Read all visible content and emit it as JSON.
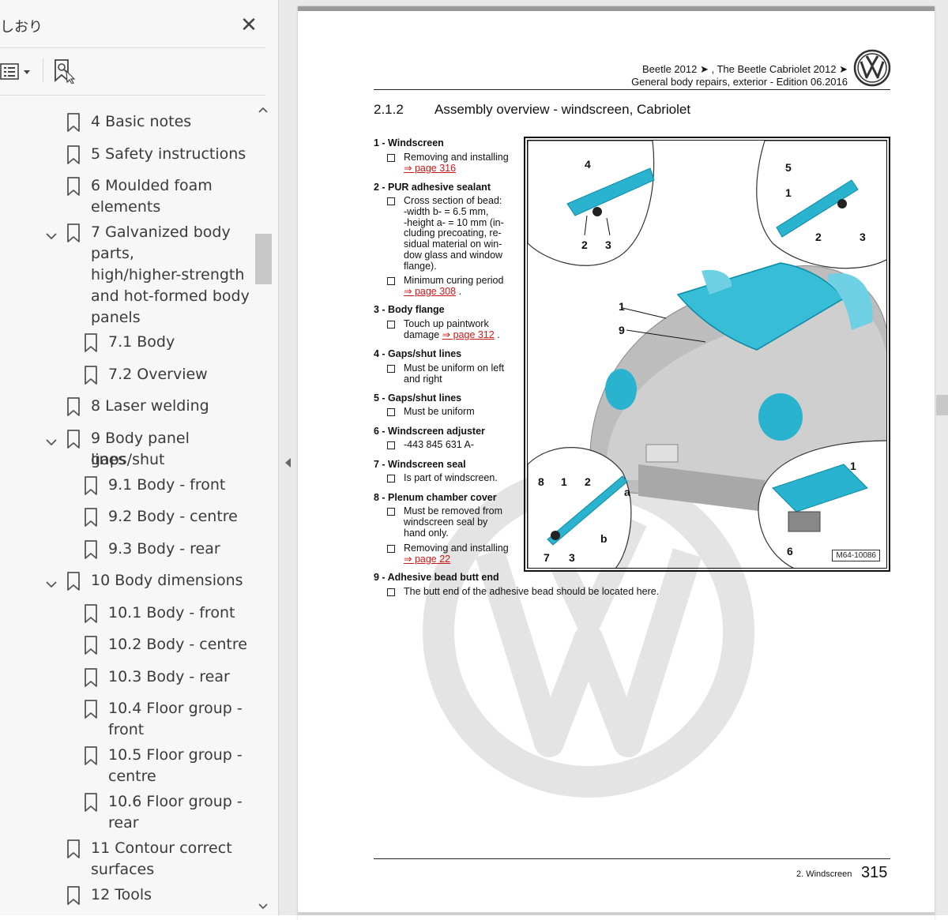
{
  "sidebar": {
    "title": "しおり",
    "bookmarks": [
      {
        "label": "4 Basic notes"
      },
      {
        "label": "5 Safety instructions"
      },
      {
        "label": "6 Moulded foam",
        "label2": "elements"
      },
      {
        "label": "7 Galvanized body",
        "label2": "parts,",
        "label3": "high/higher-strength",
        "label4": "and hot-formed body",
        "label5": "panels"
      },
      {
        "label": "7.1 Body"
      },
      {
        "label": "7.2 Overview"
      },
      {
        "label": "8 Laser welding"
      },
      {
        "label": "9 Body panel gaps/shut",
        "label2": "lines"
      },
      {
        "label": "9.1 Body - front"
      },
      {
        "label": "9.2 Body - centre"
      },
      {
        "label": "9.3 Body - rear"
      },
      {
        "label": "10 Body dimensions"
      },
      {
        "label": "10.1 Body - front"
      },
      {
        "label": "10.2 Body - centre"
      },
      {
        "label": "10.3 Body - rear"
      },
      {
        "label": "10.4 Floor group -",
        "label2": "front"
      },
      {
        "label": "10.5 Floor group -",
        "label2": "centre"
      },
      {
        "label": "10.6 Floor group -",
        "label2": "rear"
      },
      {
        "label": "11 Contour correct",
        "label2": "surfaces"
      },
      {
        "label": "12 Tools"
      }
    ]
  },
  "document": {
    "header_line1": "Beetle 2012 ➤ , The Beetle Cabriolet 2012 ➤",
    "header_line2": "General body repairs, exterior - Edition 06.2016",
    "section_number": "2.1.2",
    "section_title": "Assembly overview - windscreen, Cabriolet",
    "items": [
      {
        "title": "1 - Windscreen",
        "subs": [
          {
            "lines": [
              "Removing and installing"
            ],
            "link": "⇒ page 316",
            "after": ""
          }
        ]
      },
      {
        "title": "2 - PUR adhesive sealant",
        "subs": [
          {
            "lines": [
              "Cross section of bead:",
              "-width b- = 6.5 mm,",
              "-height a- = 10 mm (in-",
              "cluding precoating, re-",
              "sidual material on win-",
              "dow glass and window",
              "flange)."
            ],
            "link": "",
            "after": ""
          },
          {
            "lines": [
              "Minimum curing period"
            ],
            "link": "⇒ page 308",
            "after": " ."
          }
        ]
      },
      {
        "title": "3 - Body flange",
        "subs": [
          {
            "lines": [
              "Touch up paintwork"
            ],
            "pre_link": "damage ",
            "link": "⇒ page 312",
            "after": " ."
          }
        ]
      },
      {
        "title": "4 - Gaps/shut lines",
        "subs": [
          {
            "lines": [
              "Must be uniform on left",
              "and right"
            ],
            "link": "",
            "after": ""
          }
        ]
      },
      {
        "title": "5 - Gaps/shut lines",
        "subs": [
          {
            "lines": [
              "Must be uniform"
            ],
            "link": "",
            "after": ""
          }
        ]
      },
      {
        "title": "6 - Windscreen adjuster",
        "subs": [
          {
            "lines": [
              "-443 845 631 A-"
            ],
            "link": "",
            "after": ""
          }
        ]
      },
      {
        "title": "7 - Windscreen seal",
        "subs": [
          {
            "lines": [
              "Is part of windscreen."
            ],
            "link": "",
            "after": ""
          }
        ]
      },
      {
        "title": "8 - Plenum chamber cover",
        "subs": [
          {
            "lines": [
              "Must be removed from",
              "windscreen seal by",
              "hand only."
            ],
            "link": "",
            "after": ""
          },
          {
            "lines": [
              "Removing and installing"
            ],
            "link": "⇒ page 22",
            "after": ""
          }
        ]
      },
      {
        "title": "9 - Adhesive bead butt end",
        "subs": [
          {
            "lines": [
              "The butt end of the adhesive bead should be located here."
            ],
            "link": "",
            "after": ""
          }
        ]
      }
    ],
    "figure_code": "M64-10086",
    "figure_labels": [
      "4",
      "2",
      "3",
      "5",
      "1",
      "2",
      "3",
      "1",
      "9",
      "8",
      "1",
      "2",
      "a",
      "b",
      "7",
      "3",
      "1",
      "6"
    ],
    "footer_section": "2. Windscreen",
    "footer_page": "315"
  },
  "colors": {
    "accent_cyan": "#1fb1cf",
    "link_red": "#d01717"
  }
}
